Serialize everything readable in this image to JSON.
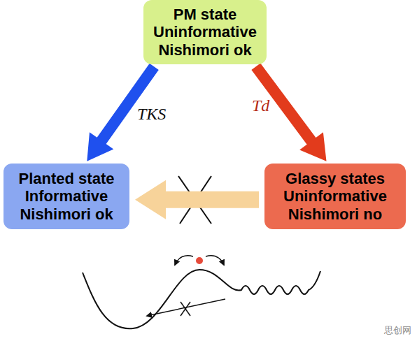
{
  "diagram": {
    "nodes": [
      {
        "text": [
          "PM state",
          "Uninformative",
          "Nishimori ok"
        ]
      },
      {
        "text": [
          "Planted state",
          "Informative",
          "Nishimori ok"
        ]
      },
      {
        "text": [
          "Glassy states",
          "Uninformative",
          "Nishimori no"
        ]
      }
    ],
    "edges": [
      {
        "from": 0,
        "to": 1,
        "arrow": "to",
        "label": "TKS"
      },
      {
        "from": 0,
        "to": 2,
        "arrow": "to",
        "label": "Td"
      },
      {
        "from": 2,
        "to": 1,
        "arrow": "to"
      }
    ],
    "labels": [
      "思创网"
    ]
  }
}
